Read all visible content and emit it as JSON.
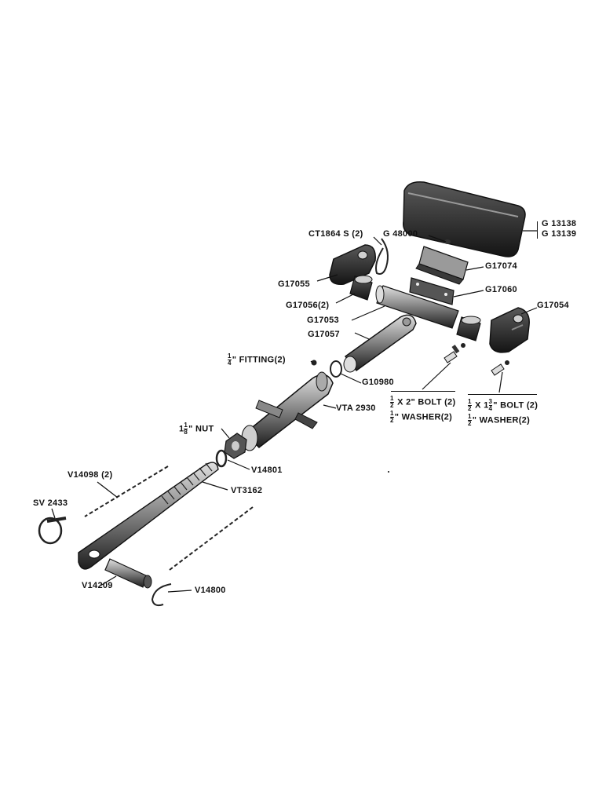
{
  "labels": {
    "g13138": "G 13138",
    "g13139": "G 13139",
    "ct1864s": "CT1864 S (2)",
    "g48000": "G 48000",
    "g17074": "G17074",
    "g17055": "G17055",
    "g17060": "G17060",
    "g17056": "G17056(2)",
    "g17054": "G17054",
    "g17053": "G17053",
    "g17057": "G17057",
    "fitting": {
      "num": "1",
      "den": "4",
      "text": "\" FITTING(2)"
    },
    "g10980": "G10980",
    "bolt1": {
      "num": "1",
      "den": "2",
      "text": " X 2\" BOLT (2)"
    },
    "washer1": {
      "num": "1",
      "den": "2",
      "text": "\" WASHER(2)"
    },
    "bolt2": {
      "num": "1",
      "den": "2",
      "whole": " X 1",
      "num2": "3",
      "den2": "4",
      "text": "\" BOLT (2)"
    },
    "washer2": {
      "num": "1",
      "den": "2",
      "text": "\" WASHER(2)"
    },
    "vta2930": "VTA 2930",
    "nut": {
      "whole": "1",
      "num": "1",
      "den": "8",
      "text": "\" NUT"
    },
    "v14801": "V14801",
    "v14098": "V14098 (2)",
    "vt3162": "VT3162",
    "sv2433": "SV 2433",
    "v14209": "V14209",
    "v14800": "V14800"
  },
  "colors": {
    "ink": "#111111",
    "part_dark": "#2a2a2a",
    "part_mid": "#6b6b6b",
    "part_light": "#bdbdbd"
  }
}
